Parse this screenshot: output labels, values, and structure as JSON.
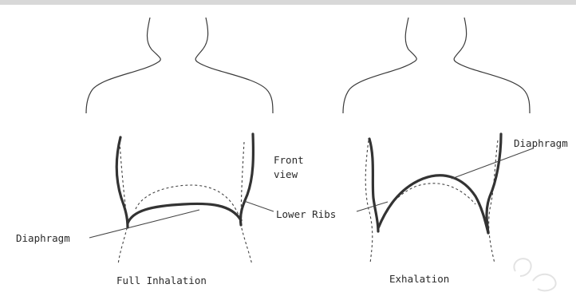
{
  "labels": {
    "front_view_line1": "Front",
    "front_view_line2": "view",
    "lower_ribs": "Lower Ribs",
    "diaphragm_left": "Diaphragm",
    "diaphragm_right": "Diaphragm",
    "caption_left": "Full Inhalation",
    "caption_right": "Exhalation"
  }
}
